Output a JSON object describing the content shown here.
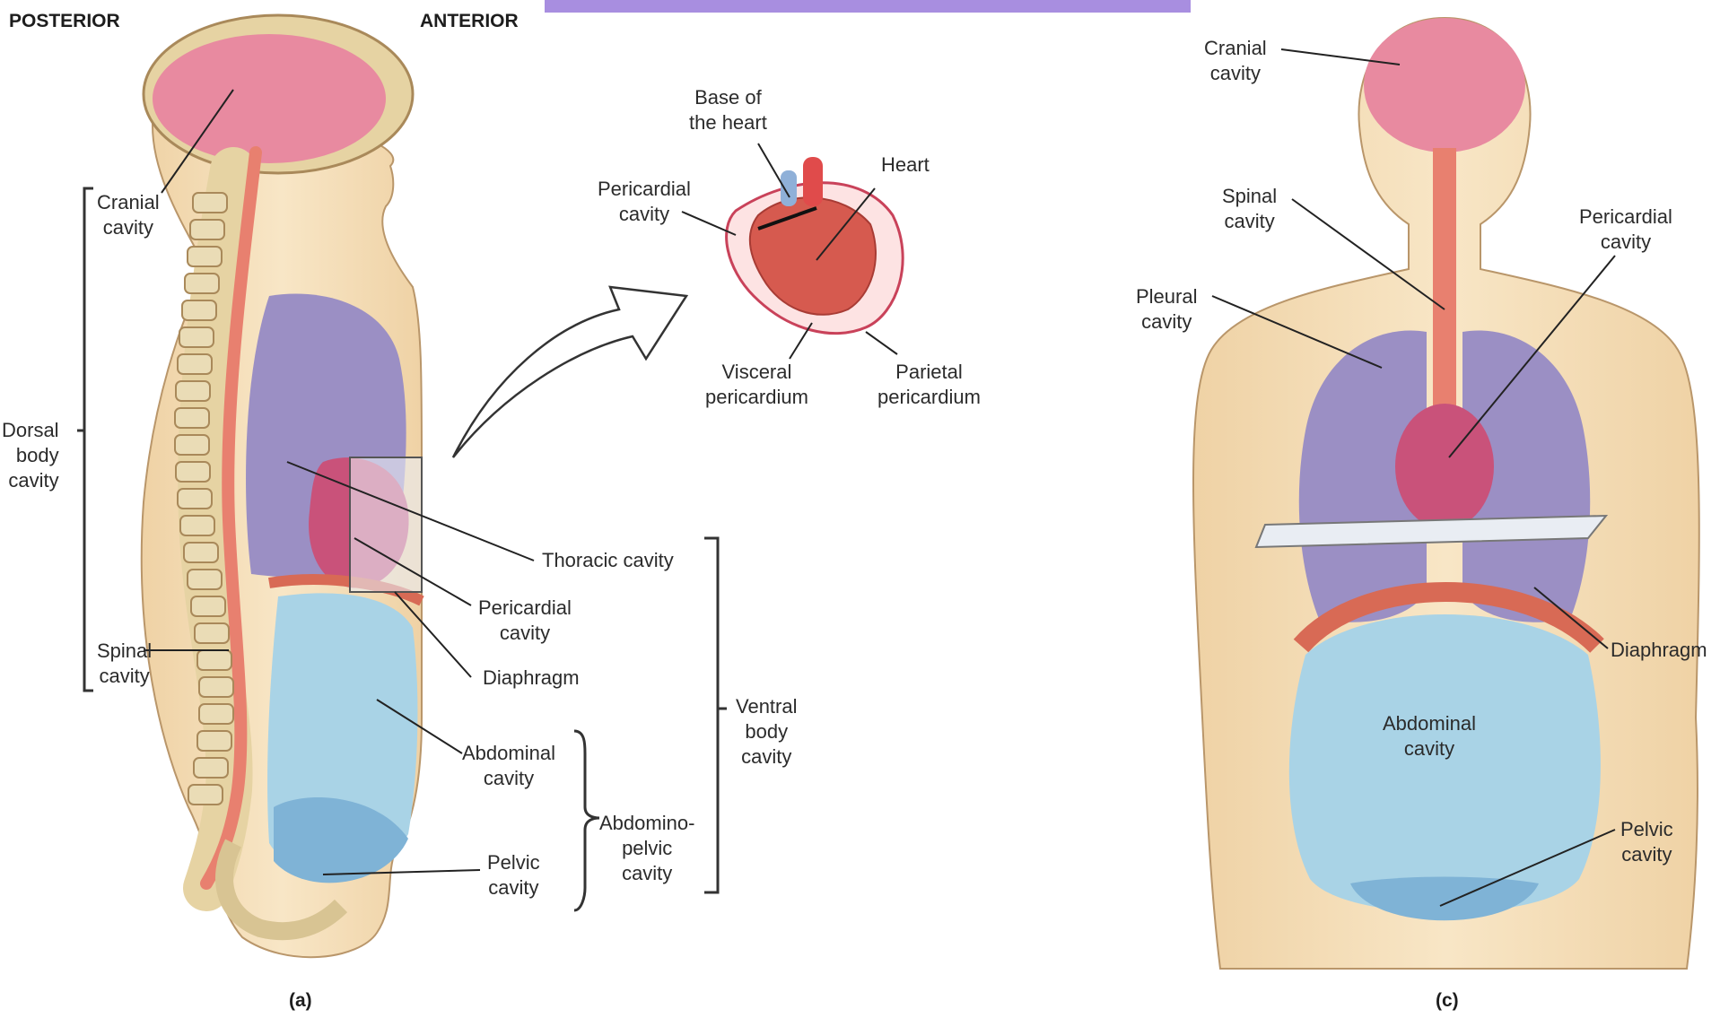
{
  "headers": {
    "posterior": "POSTERIOR",
    "anterior": "ANTERIOR"
  },
  "panels": {
    "a": "(a)",
    "c": "(c)"
  },
  "sagittal": {
    "cranial": "Cranial\ncavity",
    "dorsal": "Dorsal\nbody\ncavity",
    "spinal": "Spinal\ncavity",
    "thoracic": "Thoracic cavity",
    "pericardial": "Pericardial\ncavity",
    "diaphragm": "Diaphragm",
    "abdominal": "Abdominal\ncavity",
    "pelvic": "Pelvic\ncavity",
    "abdominopelvic": "Abdomino-\npelvic\ncavity",
    "ventral": "Ventral\nbody\ncavity"
  },
  "heart_inset": {
    "base": "Base of\nthe heart",
    "heart": "Heart",
    "pericardial": "Pericardial\ncavity",
    "visceral": "Visceral\npericardium",
    "parietal": "Parietal\npericardium"
  },
  "frontal": {
    "cranial": "Cranial\ncavity",
    "spinal": "Spinal\ncavity",
    "pericardial": "Pericardial\ncavity",
    "pleural": "Pleural\ncavity",
    "diaphragm": "Diaphragm",
    "abdominal": "Abdominal\ncavity",
    "pelvic": "Pelvic\ncavity"
  },
  "colors": {
    "skin": "#f3dcb5",
    "skin_edge": "#b9966a",
    "cranial": "#e88aa0",
    "spinal": "#e8806f",
    "thoracic": "#9b8fc4",
    "pericardial": "#c9527a",
    "diaphragm": "#d86a55",
    "abdominal": "#a9d3e6",
    "pelvic": "#7fb3d6",
    "bone": "#e6d3a3",
    "accent_bar": "#a88ee0"
  }
}
